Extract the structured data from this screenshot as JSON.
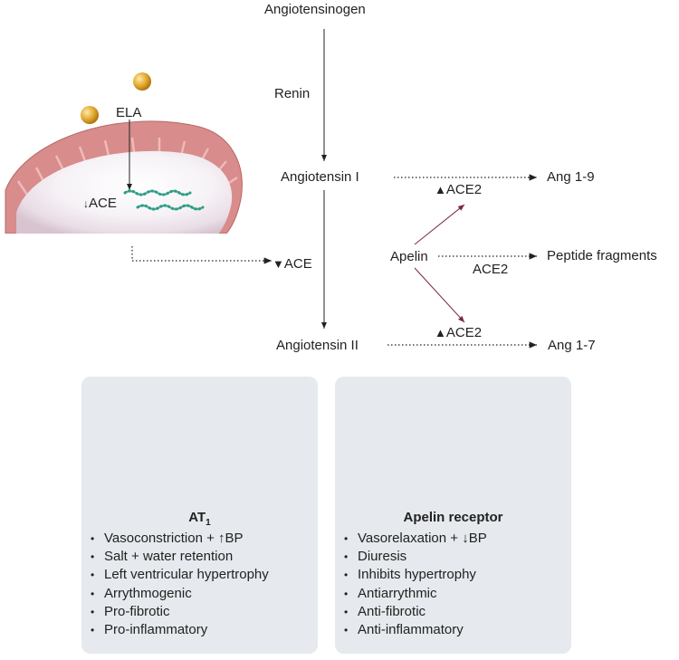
{
  "pathway": {
    "angiotensinogen": "Angiotensinogen",
    "renin": "Renin",
    "angiotensin_i": "Angiotensin I",
    "angiotensin_ii": "Angiotensin II",
    "ace_center": "ACE",
    "apelin": "Apelin",
    "ace2_upper": "ACE2",
    "ace2_middle": "ACE2",
    "ace2_lower": "ACE2",
    "ang_1_9": "Ang 1-9",
    "peptide_fragments": "Peptide fragments",
    "ang_1_7": "Ang 1-7"
  },
  "cell": {
    "ela_label": "ELA",
    "ace_label": "ACE"
  },
  "at1_card": {
    "title": "AT",
    "title_subscript": "1",
    "effects": [
      "Vasoconstriction + ↑BP",
      "Salt + water retention",
      "Left ventricular hypertrophy",
      "Arrythmogenic",
      "Pro-fibrotic",
      "Pro-inflammatory"
    ],
    "ligand_color": "#2f5fc4"
  },
  "apelin_card": {
    "title": "Apelin receptor",
    "effects": [
      "Vasorelaxation + ↓BP",
      "Diuresis",
      "Inhibits hypertrophy",
      "Antiarrythmic",
      "Anti-fibrotic",
      "Anti-inflammatory"
    ],
    "ligand_color": "#d42a2a"
  },
  "colors": {
    "receptor": "#7a5cb8",
    "cell_membrane": "#d98a8a",
    "ela_particle": "#e0a52a",
    "mrna": "#2f9e86",
    "apelin_arrow": "#7a2747"
  }
}
